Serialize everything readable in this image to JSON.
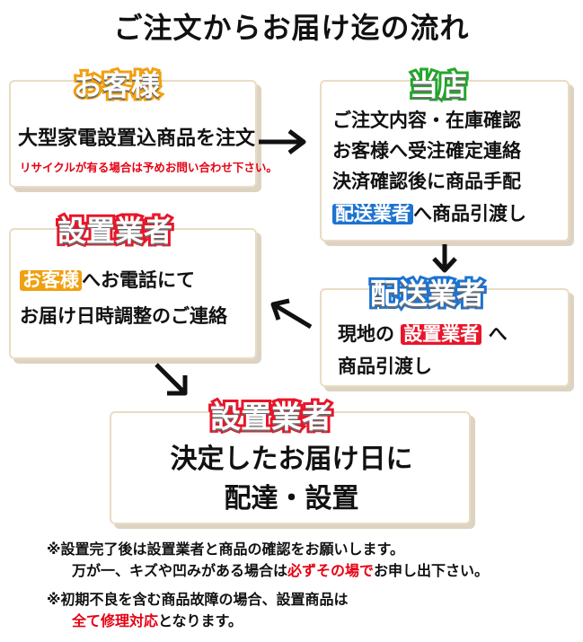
{
  "title": "ご注文からお届け迄の流れ",
  "customer": {
    "label": "お客様",
    "line1": "大型家電設置込商品を注文",
    "note": "リサイクルが有る場合は予めお問い合わせ下さい。"
  },
  "store": {
    "label": "当店",
    "lines": [
      "ご注文内容・在庫確認",
      "お客様へ受注確定連絡",
      "決済確認後に商品手配"
    ],
    "line4_tag": "配送業者",
    "line4_rest": "へ商品引渡し"
  },
  "installer1": {
    "label": "設置業者",
    "line1_tag": "お客様",
    "line1_rest": "へお電話にて",
    "line2": "お届け日時調整のご連絡"
  },
  "delivery": {
    "label": "配送業者",
    "line1_pre": "現地の",
    "line1_tag": "設置業者",
    "line1_post": "へ",
    "line2": "商品引渡し"
  },
  "installer2": {
    "label": "設置業者",
    "line1": "決定したお届け日に",
    "line2": "配達・設置"
  },
  "notes": {
    "n1_line1": "※設置完了後は設置業者と商品の確認をお願いします。",
    "n1_line2_pre": "万が一、キズや凹みがある場合は",
    "n1_line2_em": "必ずその場で",
    "n1_line2_post": "お申し出下さい。",
    "n2_line1": "※初期不良を含む商品故障の場合、設置商品は",
    "n2_line2_em": "全て修理対応",
    "n2_line2_post": "となります。"
  },
  "colors": {
    "orange": "#f0a010",
    "green": "#22a72c",
    "red": "#e8162a",
    "blue": "#1d73d0",
    "box_border": "#eadcc4"
  }
}
